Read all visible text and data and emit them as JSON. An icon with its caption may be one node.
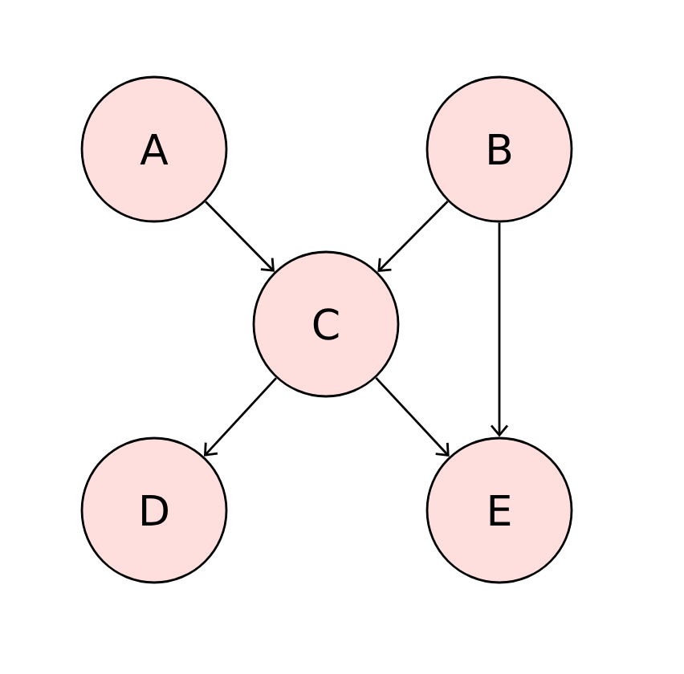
{
  "diagram": {
    "nodes": [
      {
        "text": [
          "A"
        ]
      },
      {
        "text": [
          "B"
        ]
      },
      {
        "text": [
          "C"
        ]
      },
      {
        "text": [
          "D"
        ]
      },
      {
        "text": [
          "E"
        ]
      }
    ],
    "edges": [
      {
        "from": 0,
        "to": 2,
        "arrow": "to"
      },
      {
        "from": 1,
        "to": 2,
        "arrow": "to"
      },
      {
        "from": 1,
        "to": 4,
        "arrow": "to"
      },
      {
        "from": 2,
        "to": 3,
        "arrow": "to"
      },
      {
        "from": 2,
        "to": 4,
        "arrow": "to"
      }
    ]
  }
}
